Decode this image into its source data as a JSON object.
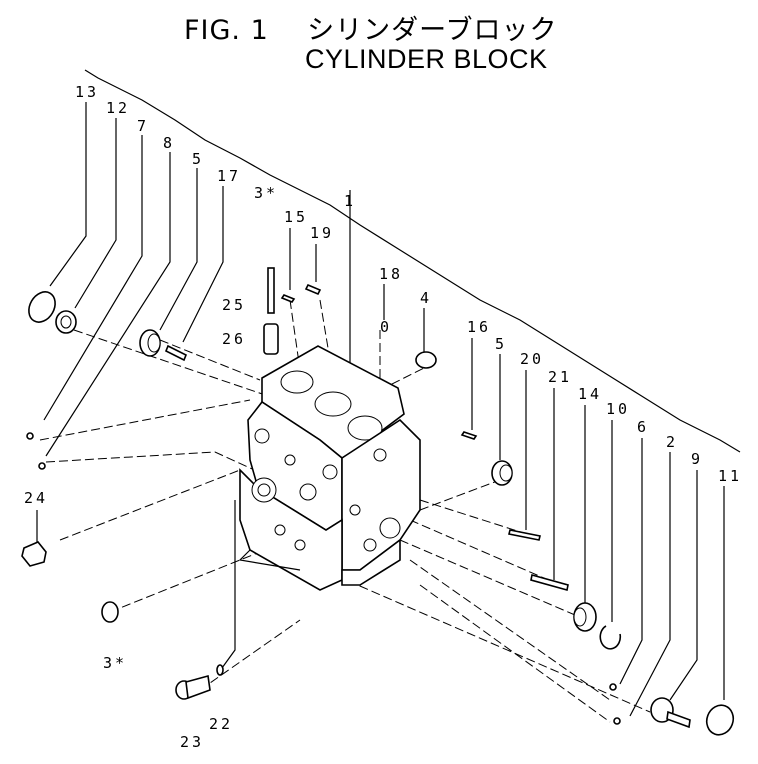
{
  "title": {
    "fig": "FIG. 1",
    "japanese": "シリンダーブロック",
    "english": "CYLINDER BLOCK"
  },
  "callouts": {
    "c13": "13",
    "c12": "12",
    "c7": "7",
    "c8": "8",
    "c5a": "5",
    "c17": "17",
    "c3a": "3*",
    "c15": "15",
    "c19": "19",
    "c1": "1",
    "c18": "18",
    "c4": "4",
    "c16": "16",
    "c5b": "5",
    "c20": "20",
    "c21": "21",
    "c14": "14",
    "c10": "10",
    "c6": "6",
    "c2": "2",
    "c9": "9",
    "c11": "11",
    "c25": "25",
    "c26": "26",
    "c24": "24",
    "c3b": "3*",
    "c22": "22",
    "c23": "23",
    "c0": "0"
  }
}
